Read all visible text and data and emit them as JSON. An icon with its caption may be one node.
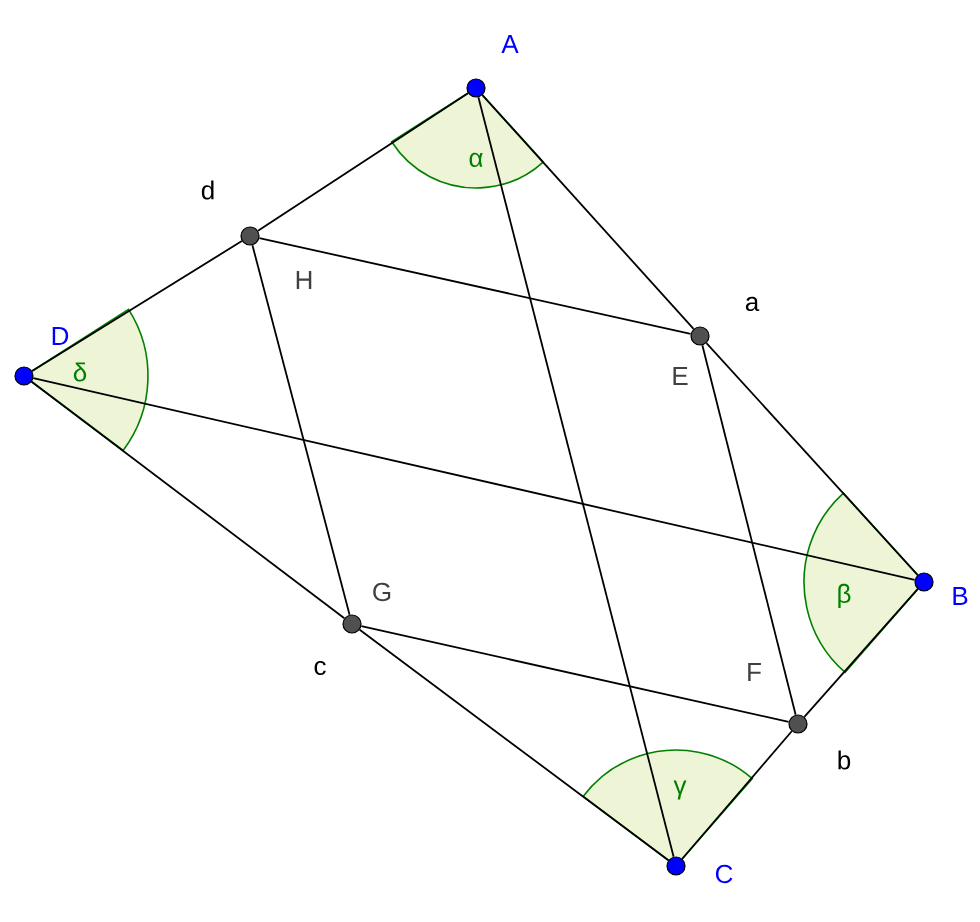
{
  "diagram": {
    "nodes": [
      {
        "text": [
          "A"
        ]
      },
      {
        "text": [
          "B"
        ]
      },
      {
        "text": [
          "C"
        ]
      },
      {
        "text": [
          "D"
        ]
      },
      {
        "text": [
          "H"
        ]
      },
      {
        "text": [
          "E"
        ]
      },
      {
        "text": [
          "F"
        ]
      },
      {
        "text": [
          "G"
        ]
      }
    ],
    "edges": [
      {
        "from": 0,
        "to": 4,
        "arrow": "none"
      },
      {
        "from": 4,
        "to": 3,
        "arrow": "none"
      },
      {
        "from": 0,
        "to": 5,
        "arrow": "none"
      },
      {
        "from": 5,
        "to": 1,
        "arrow": "none"
      },
      {
        "from": 1,
        "to": 6,
        "arrow": "none"
      },
      {
        "from": 6,
        "to": 2,
        "arrow": "none"
      },
      {
        "from": 2,
        "to": 7,
        "arrow": "none"
      },
      {
        "from": 7,
        "to": 3,
        "arrow": "none"
      },
      {
        "from": 4,
        "to": 5,
        "arrow": "none"
      },
      {
        "from": 5,
        "to": 6,
        "arrow": "none"
      },
      {
        "from": 6,
        "to": 7,
        "arrow": "none"
      },
      {
        "from": 7,
        "to": 4,
        "arrow": "none"
      },
      {
        "from": 0,
        "to": 2,
        "arrow": "none"
      },
      {
        "from": 3,
        "to": 1,
        "arrow": "none"
      }
    ],
    "labels": [
      "a",
      "b",
      "c",
      "d",
      "α",
      "β",
      "γ",
      "δ"
    ]
  }
}
